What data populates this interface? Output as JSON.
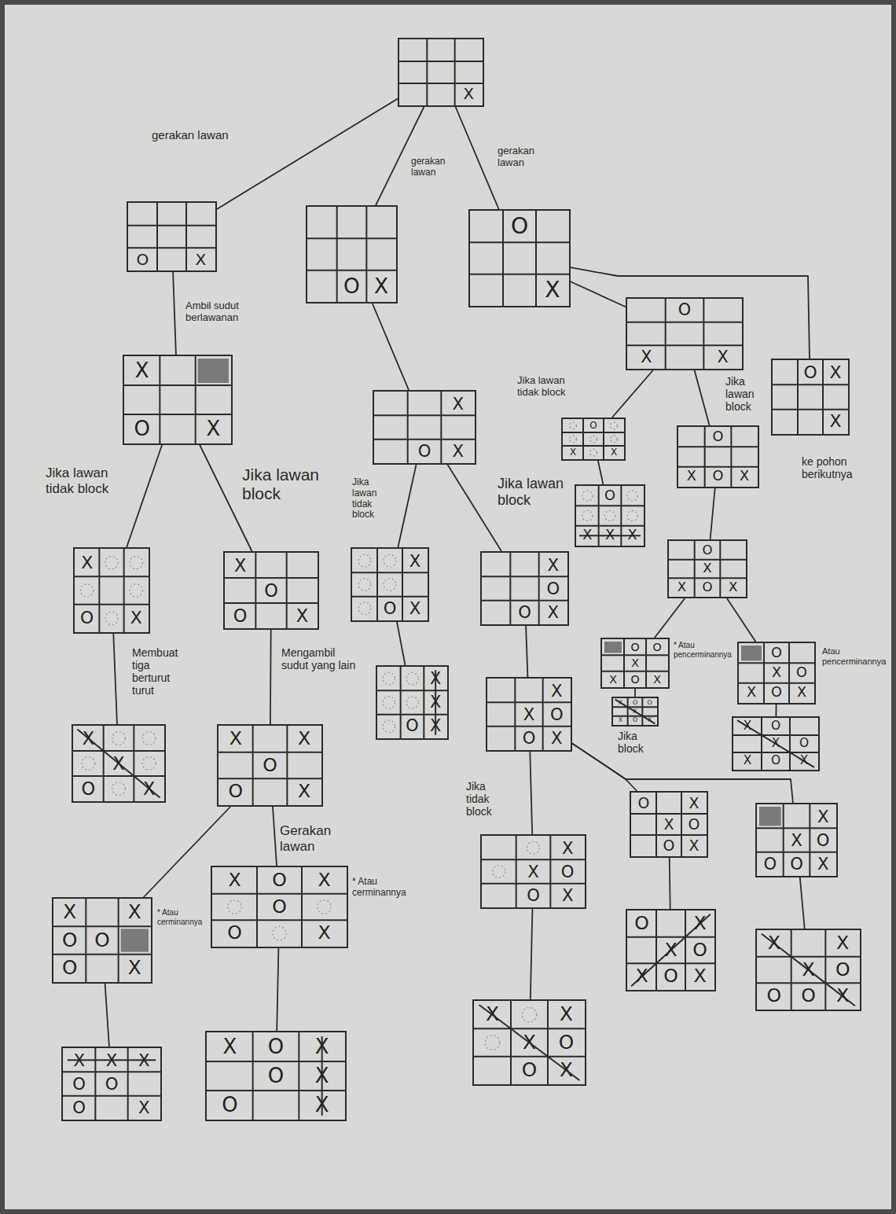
{
  "diagram": {
    "nodes": [
      {
        "text": [
          "X"
        ]
      },
      {
        "text": [
          "O",
          "X"
        ]
      },
      {
        "text": [
          "O",
          "X"
        ]
      },
      {
        "text": [
          "O",
          "X"
        ]
      },
      {
        "text": [
          "O",
          "X",
          "X"
        ]
      },
      {
        "text": [
          "X",
          "O",
          "X"
        ]
      },
      {
        "text": [
          "O",
          "X",
          "X"
        ]
      },
      {
        "text": [
          "X",
          "O",
          "X"
        ]
      },
      {
        "text": [
          "O",
          "X",
          "X"
        ]
      },
      {
        "text": [
          "O",
          "X",
          "O",
          "X"
        ]
      },
      {
        "text": [
          "O",
          "X",
          "X",
          "X"
        ]
      },
      {
        "text": [
          "X",
          "O",
          "X"
        ]
      },
      {
        "text": [
          "X",
          "O",
          "O",
          "X"
        ]
      },
      {
        "text": [
          "X",
          "O",
          "X"
        ]
      },
      {
        "text": [
          "X",
          "O",
          "O",
          "X"
        ]
      },
      {
        "text": [
          "O",
          "X",
          "X",
          "O",
          "X"
        ]
      },
      {
        "text": [
          "O",
          "O",
          "X",
          "X",
          "O",
          "X"
        ]
      },
      {
        "text": [
          "O",
          "X",
          "O",
          "X",
          "O",
          "X"
        ]
      },
      {
        "text": [
          "X",
          "X",
          "O",
          "X"
        ]
      },
      {
        "text": [
          "X",
          "X",
          "O",
          "O",
          "X"
        ]
      },
      {
        "text": [
          "X",
          "O",
          "O",
          "X",
          "X",
          "O",
          "X"
        ]
      },
      {
        "text": [
          "X",
          "O",
          "X",
          "O",
          "X",
          "O",
          "X"
        ]
      },
      {
        "text": [
          "X",
          "X",
          "O",
          "X"
        ]
      },
      {
        "text": [
          "X",
          "X",
          "O",
          "O",
          "X"
        ]
      },
      {
        "text": [
          "O",
          "X",
          "X",
          "O",
          "O",
          "X"
        ]
      },
      {
        "text": [
          "X",
          "X",
          "O",
          "O",
          "O",
          "X"
        ]
      },
      {
        "text": [
          "X",
          "X",
          "O",
          "O",
          "X"
        ]
      },
      {
        "text": [
          "X",
          "O",
          "X",
          "O",
          "O",
          "X"
        ]
      },
      {
        "text": [
          "X",
          "X",
          "O",
          "O",
          "O",
          "X"
        ]
      },
      {
        "text": [
          "O",
          "X",
          "X",
          "O",
          "X",
          "O",
          "X"
        ]
      },
      {
        "text": [
          "X",
          "X",
          "X",
          "O",
          "O",
          "O",
          "X"
        ]
      },
      {
        "text": [
          "X",
          "X",
          "X",
          "O",
          "O",
          "X"
        ]
      },
      {
        "text": [
          "X",
          "O",
          "X",
          "O",
          "X",
          "O",
          "X"
        ]
      },
      {
        "text": [
          "X",
          "X",
          "X",
          "O",
          "O",
          "O",
          "X"
        ]
      }
    ],
    "edges": [
      {
        "from": 0,
        "to": 1,
        "label": "gerakan lawan",
        "arrow": "none"
      },
      {
        "from": 0,
        "to": 2,
        "label": "gerakan lawan",
        "arrow": "none"
      },
      {
        "from": 0,
        "to": 3,
        "label": "gerakan lawan",
        "arrow": "none"
      },
      {
        "from": 1,
        "to": 5,
        "label": "Ambil sudut berlawanan",
        "arrow": "none"
      },
      {
        "from": 2,
        "to": 7,
        "arrow": "none"
      },
      {
        "from": 3,
        "to": 4,
        "arrow": "none"
      },
      {
        "from": 3,
        "to": 6,
        "arrow": "none"
      },
      {
        "from": 4,
        "to": 8,
        "label": "Jika lawan tidak block",
        "arrow": "none"
      },
      {
        "from": 4,
        "to": 9,
        "label": "Jika lawan block",
        "arrow": "none"
      },
      {
        "from": 5,
        "to": 11,
        "label": "Jika lawan tidak block",
        "arrow": "none"
      },
      {
        "from": 5,
        "to": 12,
        "label": "Jika lawan block",
        "arrow": "none"
      },
      {
        "from": 7,
        "to": 13,
        "label": "Jika lawan tidak block",
        "arrow": "none"
      },
      {
        "from": 7,
        "to": 14,
        "label": "Jika lawan block",
        "arrow": "none"
      },
      {
        "from": 8,
        "to": 10,
        "arrow": "none"
      },
      {
        "from": 9,
        "to": 15,
        "arrow": "none"
      },
      {
        "from": 11,
        "to": 22,
        "label": "Membuat tiga berturut turut",
        "arrow": "none"
      },
      {
        "from": 12,
        "to": 23,
        "label": "Mengambil sudut yang lain",
        "arrow": "none"
      },
      {
        "from": 13,
        "to": 18,
        "arrow": "none"
      },
      {
        "from": 14,
        "to": 19,
        "arrow": "none"
      },
      {
        "from": 15,
        "to": 16,
        "arrow": "none"
      },
      {
        "from": 15,
        "to": 17,
        "arrow": "none"
      },
      {
        "from": 16,
        "to": 20,
        "arrow": "none"
      },
      {
        "from": 17,
        "to": 21,
        "arrow": "none"
      },
      {
        "from": 19,
        "to": 26,
        "label": "Jika tidak block",
        "arrow": "none"
      },
      {
        "from": 19,
        "to": 24,
        "label": "Jika block",
        "arrow": "none"
      },
      {
        "from": 19,
        "to": 25,
        "arrow": "none"
      },
      {
        "from": 23,
        "to": 28,
        "arrow": "none"
      },
      {
        "from": 23,
        "to": 27,
        "label": "Gerakan lawan",
        "arrow": "none"
      },
      {
        "from": 26,
        "to": 31,
        "arrow": "none"
      },
      {
        "from": 24,
        "to": 29,
        "arrow": "none"
      },
      {
        "from": 25,
        "to": 30,
        "arrow": "none"
      },
      {
        "from": 28,
        "to": 33,
        "arrow": "none"
      },
      {
        "from": 27,
        "to": 32,
        "arrow": "none"
      }
    ],
    "labels": [
      "* Atau cerminannya",
      "* Atau cerminannya",
      "* Atau pencerminannya",
      "Atau pencerminannya",
      "ke pohon berikutnya"
    ]
  }
}
